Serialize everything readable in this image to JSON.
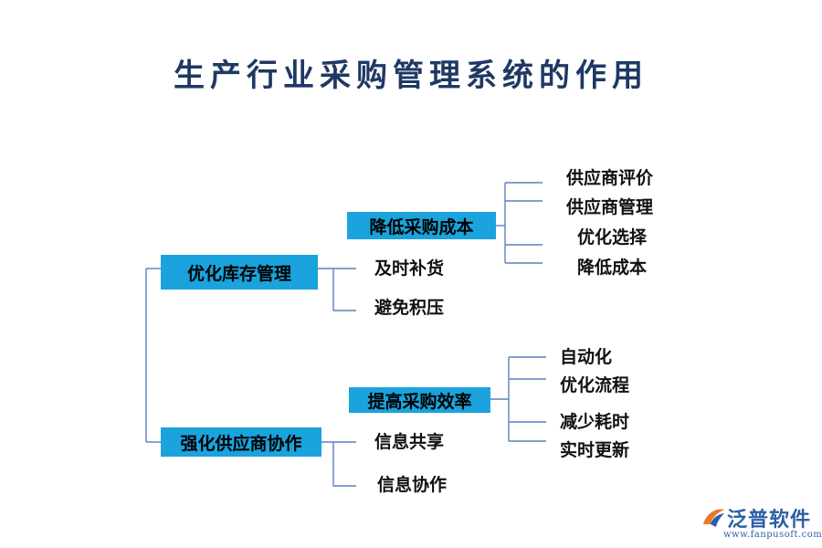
{
  "title": "生产行业采购管理系统的作用",
  "tree": {
    "branch1": {
      "label": "优化库存管理",
      "sub1": {
        "label": "降低采购成本",
        "leaves": [
          "供应商评价",
          "供应商管理",
          "优化选择",
          "降低成本"
        ]
      },
      "leaves": [
        "及时补货",
        "避免积压"
      ]
    },
    "branch2": {
      "label": "强化供应商协作",
      "sub1": {
        "label": "提高采购效率",
        "leaves": [
          "自动化",
          "优化流程",
          "减少耗时",
          "实时更新"
        ]
      },
      "leaves": [
        "信息共享",
        "信息协作"
      ]
    }
  },
  "logo": {
    "name": "泛普软件",
    "url": "www.fanpusoft.com"
  },
  "colors": {
    "box": "#1aa3dc",
    "line": "#5b7fbe",
    "title": "#1f3864",
    "logo": "#2d5fa5"
  }
}
